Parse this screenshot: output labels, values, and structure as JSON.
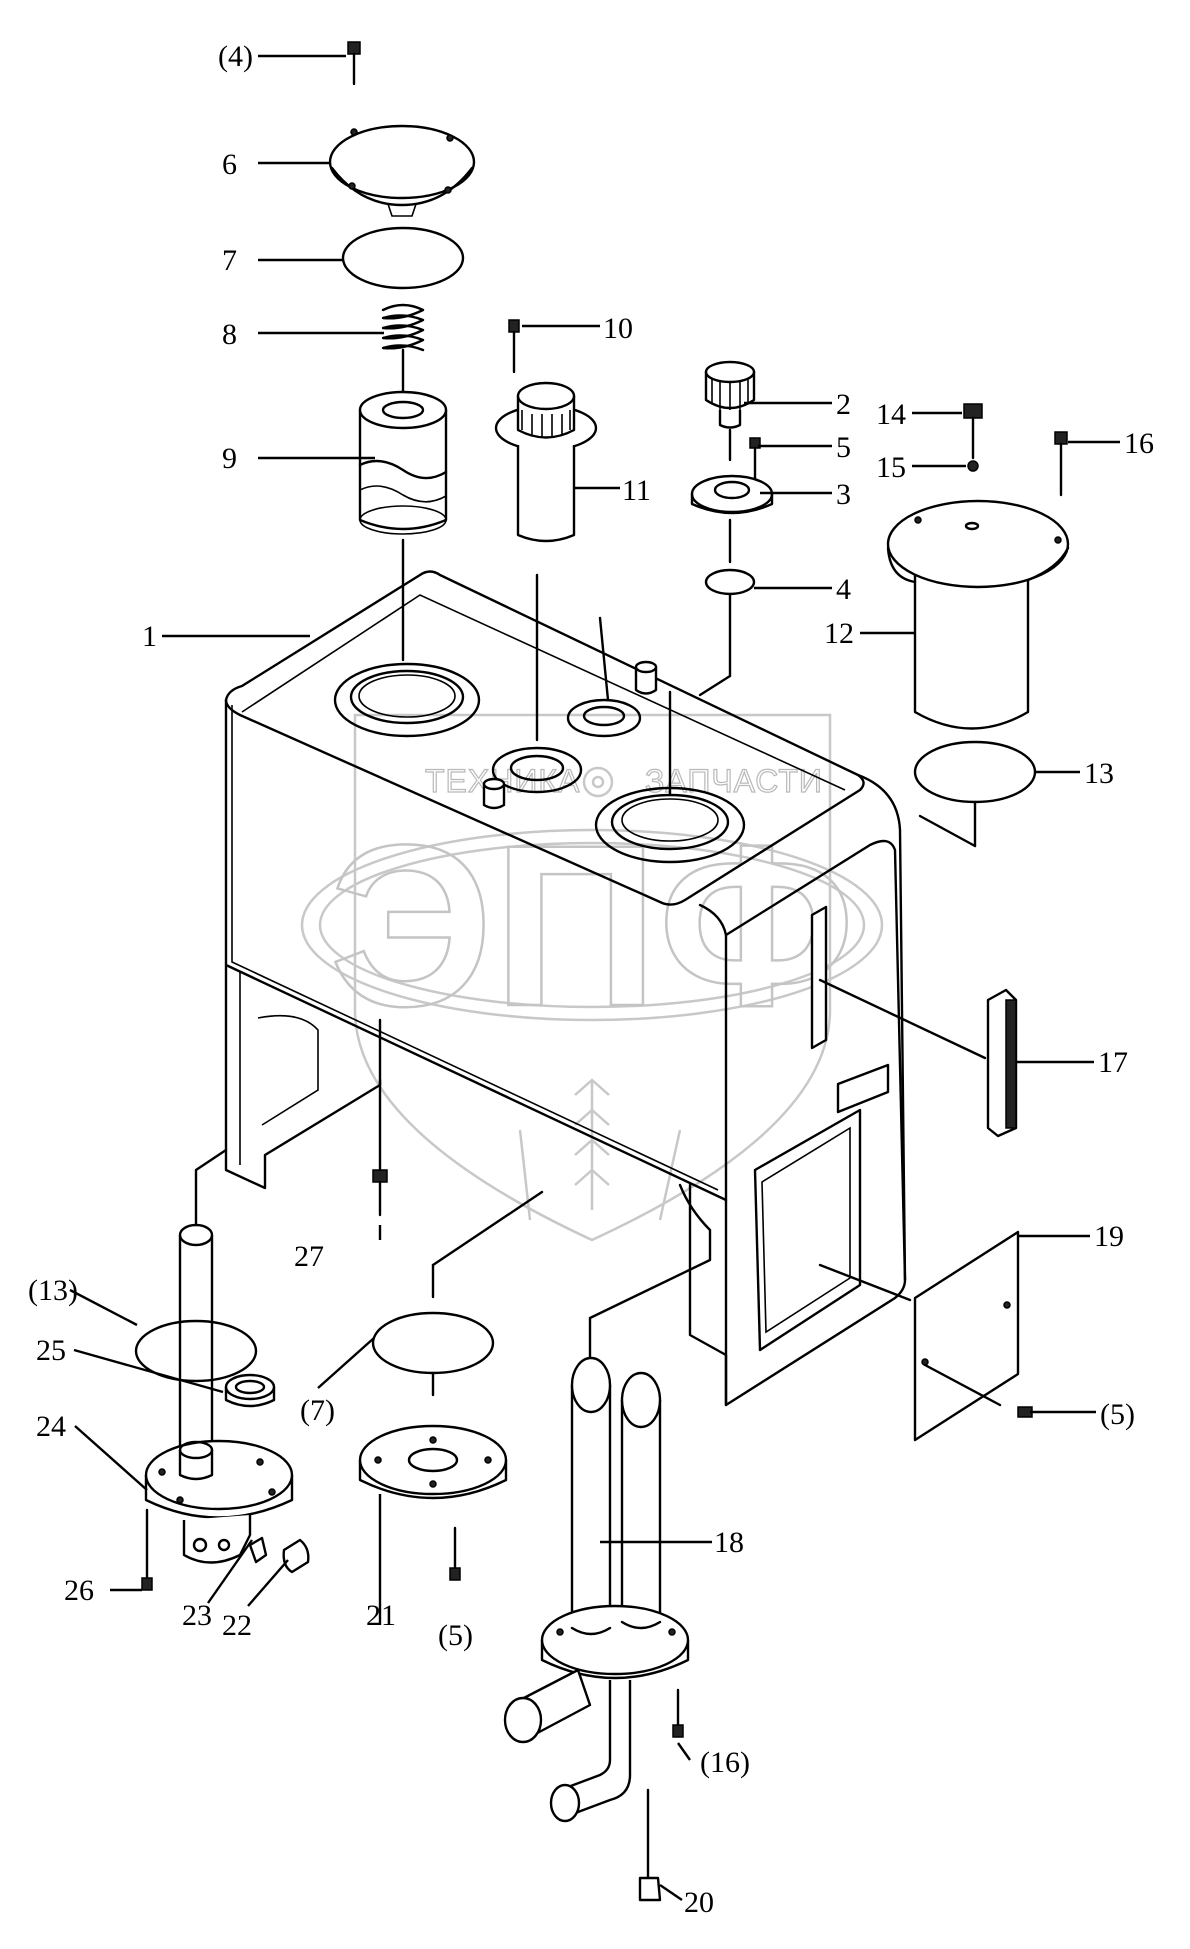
{
  "watermark": {
    "top_left_text": "ТЕХНИКА",
    "top_right_text": "ЗАПЧАСТИ",
    "logo_letters": "ЭПФ",
    "gear_icon": "gear-icon",
    "grain_icon": "wheat-icon"
  },
  "callouts": {
    "c1": "1",
    "c2": "2",
    "c3": "3",
    "c4": "4",
    "c4b": "(4)",
    "c5": "5",
    "c5b": "(5)",
    "c5c": "(5)",
    "c6": "6",
    "c7": "7",
    "c7b": "(7)",
    "c8": "8",
    "c9": "9",
    "c10": "10",
    "c11": "11",
    "c12": "12",
    "c13": "13",
    "c13b": "(13)",
    "c14": "14",
    "c15": "15",
    "c16": "16",
    "c16b": "(16)",
    "c17": "17",
    "c18": "18",
    "c19": "19",
    "c20": "20",
    "c21": "21",
    "c22": "22",
    "c23": "23",
    "c24": "24",
    "c25": "25",
    "c26": "26",
    "c27": "27"
  }
}
